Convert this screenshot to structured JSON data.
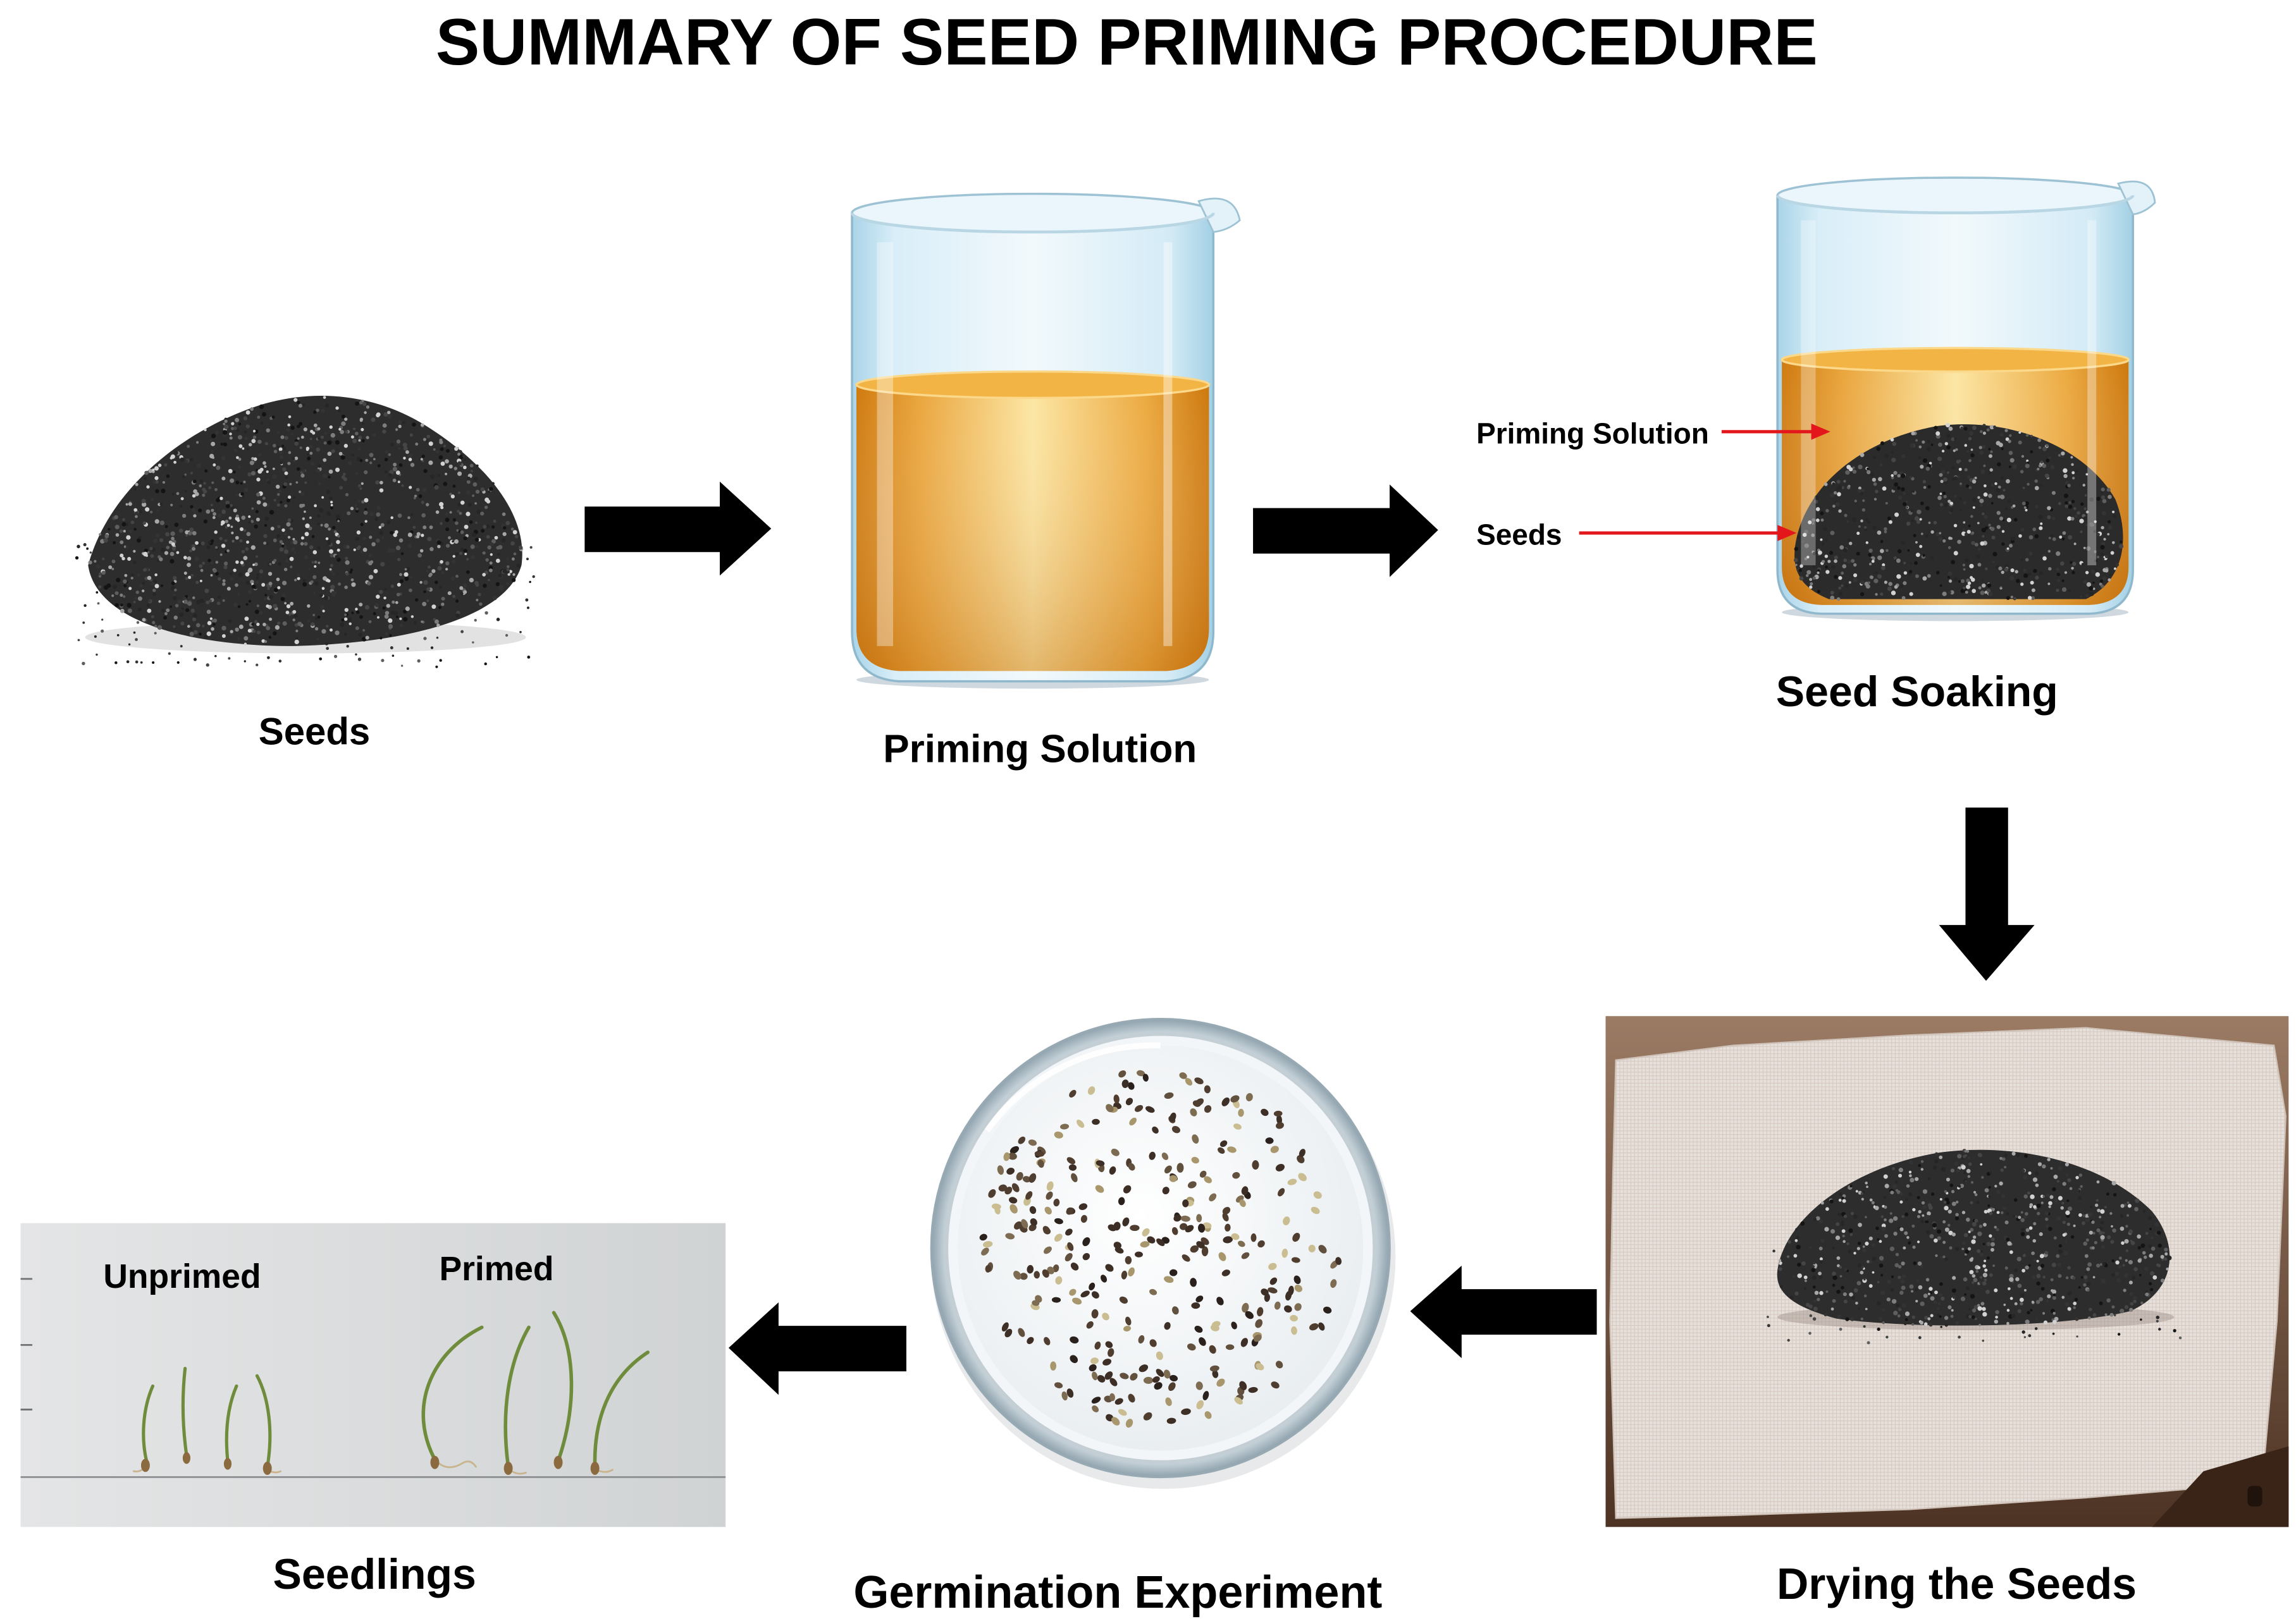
{
  "title": "SUMMARY OF SEED PRIMING PROCEDURE",
  "steps": {
    "seeds": {
      "label": "Seeds"
    },
    "priming_solution": {
      "label": "Priming Solution"
    },
    "seed_soaking": {
      "label": "Seed Soaking",
      "callout_solution": "Priming Solution",
      "callout_seeds": "Seeds"
    },
    "drying": {
      "label": "Drying the Seeds"
    },
    "germination": {
      "label": "Germination Experiment"
    },
    "seedlings": {
      "label": "Seedlings",
      "unprimed_label": "Unprimed",
      "primed_label": "Primed"
    }
  },
  "icons": {
    "flow_right": "arrow-right-icon",
    "flow_down": "arrow-down-icon",
    "flow_left": "arrow-left-icon",
    "callout": "arrow-right-icon"
  },
  "colors": {
    "text": "#000000",
    "flow_arrow": "#000000",
    "callout_arrow": "#e3161c",
    "priming_solution": "#f0ab36",
    "seeds": "#2d2d2d"
  }
}
